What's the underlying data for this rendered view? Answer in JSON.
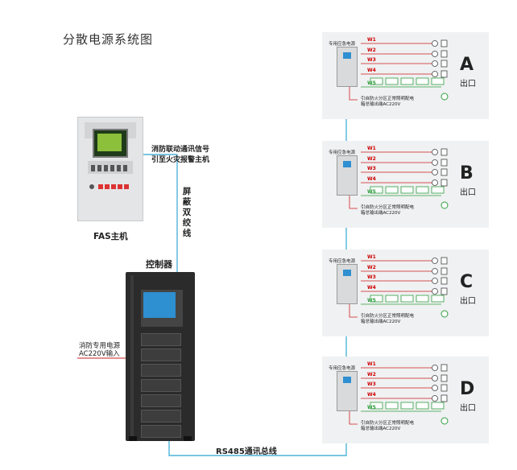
{
  "title": "分散电源系统图",
  "fas": {
    "label": "FAS主机",
    "note_line1": "消防联动通讯信号",
    "note_line2": "引至火灾报警主机"
  },
  "shielded_cable": "屏蔽双绞线",
  "controller": {
    "label": "控制器",
    "power_line1": "消防专用电源",
    "power_line2": "AC220V输入"
  },
  "bus_label": "RS485通讯总线",
  "panels": [
    {
      "letter": "A"
    },
    {
      "letter": "B"
    },
    {
      "letter": "C"
    },
    {
      "letter": "D"
    }
  ],
  "panel_common": {
    "device_title": "专用应急电源",
    "outlet": "出口",
    "wires": [
      "W1",
      "W2",
      "W3",
      "W4",
      "W5"
    ],
    "note_line1": "引自防火分区正常照明配电",
    "note_line2": "箱总输出端AC220V"
  },
  "colors": {
    "cable": "#4fb3d9",
    "wire": "#cc1f1f",
    "green": "#2e9e3e",
    "cabinet": "#2b2b2b",
    "screen": "#2e8fd1"
  }
}
